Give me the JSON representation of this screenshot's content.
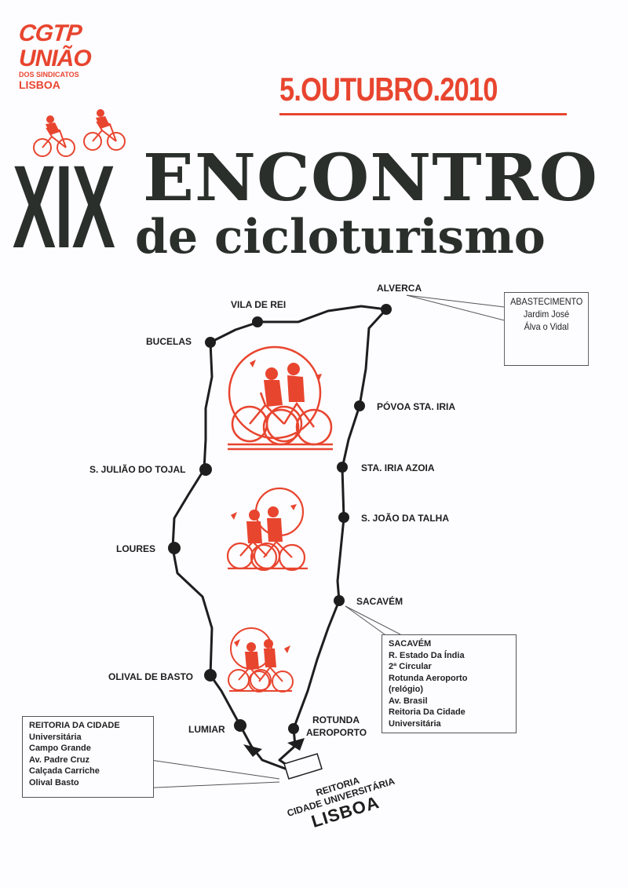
{
  "logo": {
    "line1": "CGTP",
    "line2": "UNIÃO",
    "line3": "DOS SINDICATOS",
    "line4": "LISBOA"
  },
  "date": "5.OUTUBRO.2010",
  "title": {
    "numeral": "XIX",
    "main": "ENCONTRO",
    "sub": "de cicloturismo"
  },
  "stops": {
    "alverca": "ALVERCA",
    "vila_de_rei": "VILA DE REI",
    "bucelas": "BUCELAS",
    "povoa": "PÓVOA STA. IRIA",
    "s_juliao": "S. JULIÃO DO TOJAL",
    "sta_iria_azoia": "STA. IRIA AZOIA",
    "s_joao_talha": "S. JOÃO DA TALHA",
    "loures": "LOURES",
    "sacavem": "SACAVÉM",
    "olival": "OLIVAL DE BASTO",
    "lumiar": "LUMIAR",
    "rotunda": "ROTUNDA",
    "aeroporto": "AEROPORTO"
  },
  "abastecimento": {
    "line1": "ABASTECIMENTO",
    "line2": "Jardim José",
    "line3": "Álva o Vidal"
  },
  "sacavem_box": [
    "SACAVÉM",
    "R. Estado Da Índia",
    "2ª Circular",
    "Rotunda Aeroporto",
    "(relógio)",
    "Av. Brasil",
    "Reitoria Da Cidade",
    "Universitária"
  ],
  "reitoria_box": [
    "REITORIA DA CIDADE",
    "Universitária",
    "Campo Grande",
    "Av. Padre Cruz",
    "Calçada Carriche",
    "Olival Basto"
  ],
  "destination": {
    "line1": "REITORIA",
    "line2": "CIDADE UNIVERSITÁRIA",
    "line3": "LISBOA"
  },
  "colors": {
    "accent": "#e8452f",
    "ink": "#2a2f2b"
  }
}
